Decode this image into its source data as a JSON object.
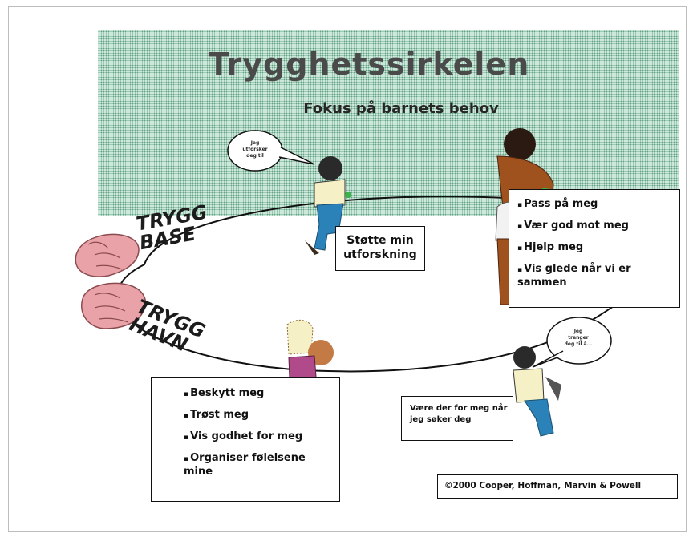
{
  "title": "Trygghetssirkelen",
  "subtitle": "Fokus på barnets behov",
  "bubble_top": "Jeg\nutforsker\ndeg til",
  "bubble_bottom": "Jeg\ntrenger\ndeg til å...",
  "label_base": "TRYGG BASE",
  "label_havn": "TRYGG HAVN",
  "support_box": "Støtte min utforskning",
  "top_box_items": [
    "Pass på meg",
    "Vær god mot meg",
    "Hjelp meg",
    "Vis glede når vi er sammen"
  ],
  "bottom_box_items": [
    "Beskytt meg",
    "Trøst meg",
    "Vis godhet for meg",
    "Organiser følelsene mine"
  ],
  "be_there_box": "Være der for meg når jeg søker deg",
  "copyright": "©2000 Cooper, Hoffman, Marvin & Powell",
  "colors": {
    "background_tint": "#dff4ea",
    "dot": "#63a184",
    "hands": "#e9a3a8",
    "shirt": "#f6f0c6",
    "pants": "#2a82b8",
    "adult_skin": "#a0521e"
  }
}
